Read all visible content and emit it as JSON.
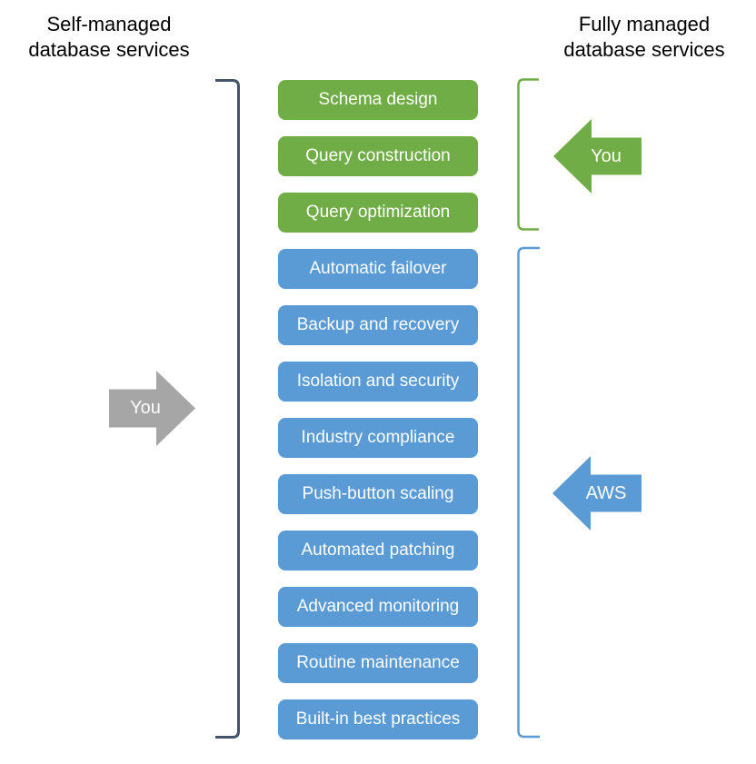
{
  "diagram": {
    "left_heading": "Self-managed\ndatabase services",
    "right_heading": "Fully managed\ndatabase services"
  },
  "boxes": [
    {
      "label": "Schema design",
      "owner": "you"
    },
    {
      "label": "Query construction",
      "owner": "you"
    },
    {
      "label": "Query optimization",
      "owner": "you"
    },
    {
      "label": "Automatic failover",
      "owner": "aws"
    },
    {
      "label": "Backup and recovery",
      "owner": "aws"
    },
    {
      "label": "Isolation and security",
      "owner": "aws"
    },
    {
      "label": "Industry compliance",
      "owner": "aws"
    },
    {
      "label": "Push-button scaling",
      "owner": "aws"
    },
    {
      "label": "Automated patching",
      "owner": "aws"
    },
    {
      "label": "Advanced monitoring",
      "owner": "aws"
    },
    {
      "label": "Routine maintenance",
      "owner": "aws"
    },
    {
      "label": "Built-in best practices",
      "owner": "aws"
    }
  ],
  "arrows": {
    "left_you": {
      "label": "You",
      "direction": "right"
    },
    "right_you": {
      "label": "You",
      "direction": "left"
    },
    "right_aws": {
      "label": "AWS",
      "direction": "left"
    }
  },
  "palette": {
    "green": "#70ad47",
    "blue": "#5b9bd5",
    "gray": "#a6a6a6",
    "dark_bracket": "#44546a",
    "text_on_fill": "#ffffff",
    "heading_text": "#000000"
  }
}
